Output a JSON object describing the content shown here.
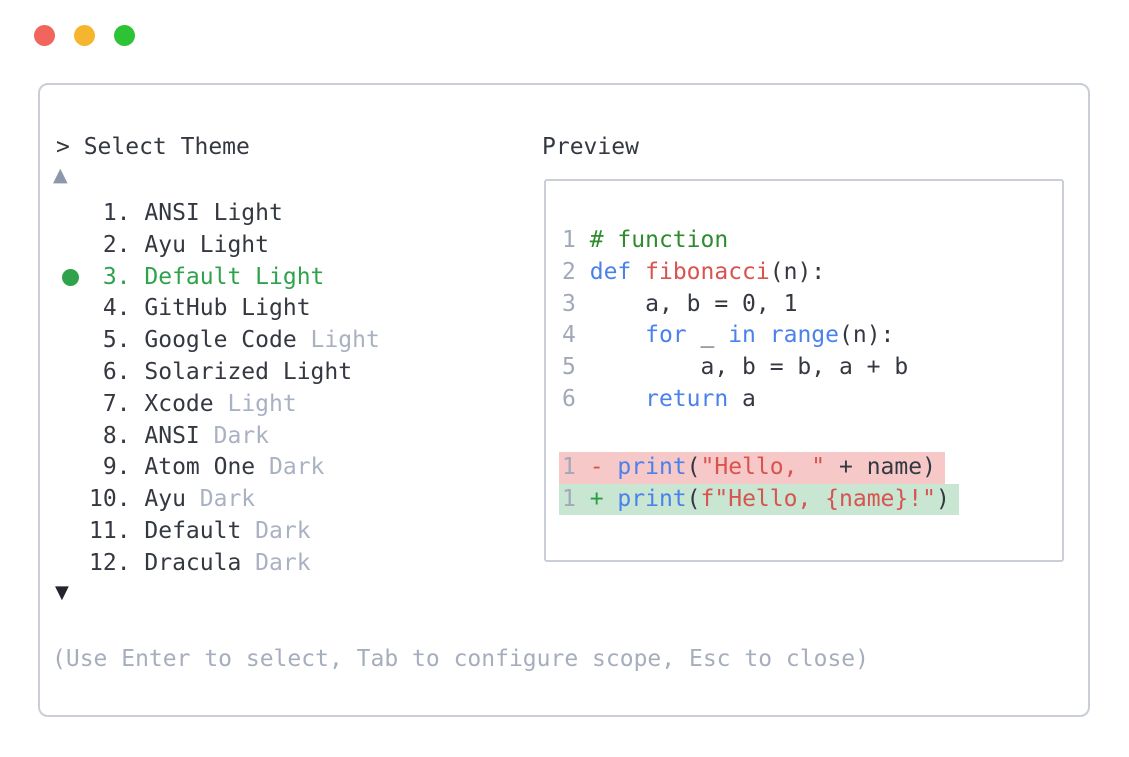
{
  "window": {
    "traffic_lights": [
      {
        "name": "close",
        "color": "#f2655c"
      },
      {
        "name": "minimize",
        "color": "#f5b52f"
      },
      {
        "name": "zoom",
        "color": "#2ec235"
      }
    ]
  },
  "colors": {
    "accent_green": "#2fa24c",
    "text_dark": "#343841",
    "text_dim": "#a9b1c2",
    "panel_border": "#c9ced8",
    "comment_green": "#2e8b2e",
    "keyword_blue": "#4a81ea",
    "string_red": "#d9534f",
    "plus_green": "#2a9d44",
    "line_number": "#a0a8b9",
    "diff_removed_bg": "#f7c8c8",
    "diff_added_bg": "#c8e6d2",
    "scroll_up_tri": "#8c97ab",
    "scroll_down_tri": "#22262c",
    "footer_text": "#a6aebd"
  },
  "theme_picker": {
    "title": "> Select Theme",
    "scroll_up_indicator": "▲",
    "scroll_down_indicator": "▼",
    "items": [
      {
        "number": "1.",
        "main": "ANSI Light",
        "dim": "",
        "selected": false
      },
      {
        "number": "2.",
        "main": "Ayu Light",
        "dim": "",
        "selected": false
      },
      {
        "number": "3.",
        "main": "Default Light",
        "dim": "",
        "selected": true
      },
      {
        "number": "4.",
        "main": "GitHub Light",
        "dim": "",
        "selected": false
      },
      {
        "number": "5.",
        "main": "Google Code",
        "dim": "Light",
        "selected": false
      },
      {
        "number": "6.",
        "main": "Solarized Light",
        "dim": "",
        "selected": false
      },
      {
        "number": "7.",
        "main": "Xcode",
        "dim": "Light",
        "selected": false
      },
      {
        "number": "8.",
        "main": "ANSI",
        "dim": "Dark",
        "selected": false
      },
      {
        "number": "9.",
        "main": "Atom One",
        "dim": "Dark",
        "selected": false
      },
      {
        "number": "10.",
        "main": "Ayu",
        "dim": "Dark",
        "selected": false
      },
      {
        "number": "11.",
        "main": "Default",
        "dim": "Dark",
        "selected": false
      },
      {
        "number": "12.",
        "main": "Dracula",
        "dim": "Dark",
        "selected": false
      }
    ],
    "footer": "(Use Enter to select, Tab to configure scope, Esc to close)"
  },
  "preview": {
    "label": "Preview",
    "code_lines": [
      {
        "num": "1",
        "segments": [
          [
            "comment",
            "# function"
          ]
        ]
      },
      {
        "num": "2",
        "segments": [
          [
            "keyword",
            "def"
          ],
          [
            "plain",
            " "
          ],
          [
            "name",
            "fibonacci"
          ],
          [
            "plain",
            "(n):"
          ]
        ]
      },
      {
        "num": "3",
        "segments": [
          [
            "plain",
            "    a, b = 0, 1"
          ]
        ]
      },
      {
        "num": "4",
        "segments": [
          [
            "plain",
            "    "
          ],
          [
            "keyword",
            "for"
          ],
          [
            "plain",
            " _ "
          ],
          [
            "keyword",
            "in"
          ],
          [
            "plain",
            " "
          ],
          [
            "keyword",
            "range"
          ],
          [
            "plain",
            "(n):"
          ]
        ]
      },
      {
        "num": "5",
        "segments": [
          [
            "plain",
            "        a, b = b, a + b"
          ]
        ]
      },
      {
        "num": "6",
        "segments": [
          [
            "plain",
            "    "
          ],
          [
            "keyword",
            "return"
          ],
          [
            "plain",
            " a"
          ]
        ]
      }
    ],
    "diff_lines": [
      {
        "num": "1",
        "type": "removed",
        "segments": [
          [
            "minus",
            "- "
          ],
          [
            "keyword",
            "print"
          ],
          [
            "plain",
            "("
          ],
          [
            "string",
            "\"Hello, \""
          ],
          [
            "plain",
            " + name)"
          ]
        ]
      },
      {
        "num": "1",
        "type": "added",
        "segments": [
          [
            "plus",
            "+ "
          ],
          [
            "keyword",
            "print"
          ],
          [
            "plain",
            "("
          ],
          [
            "string",
            "f\"Hello, {name}!\""
          ],
          [
            "plain",
            ")"
          ]
        ]
      }
    ]
  }
}
